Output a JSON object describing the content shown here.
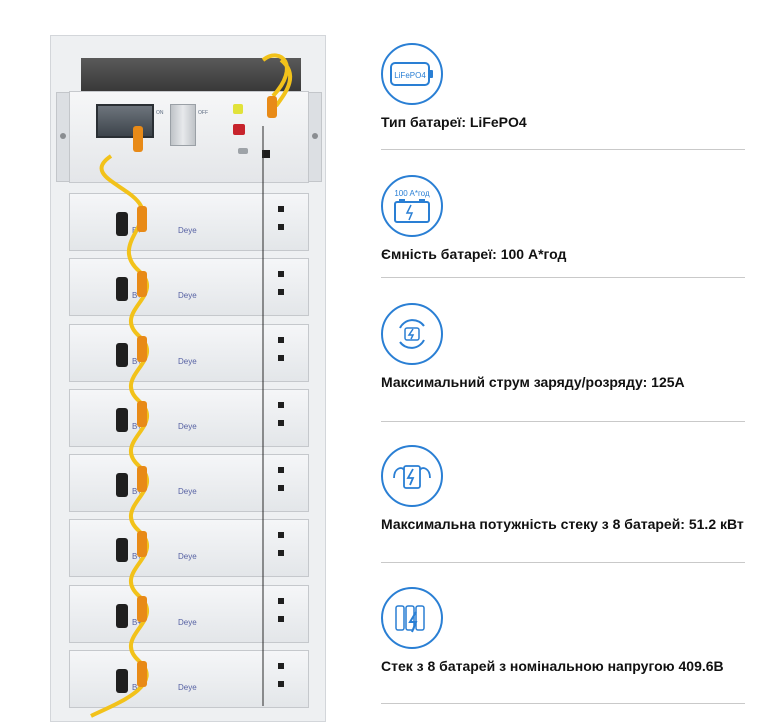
{
  "rack": {
    "controller": {
      "on_label": "ON",
      "off_label": "OFF"
    },
    "modules": [
      {
        "plus_label": "B+",
        "brand": "Deye"
      },
      {
        "plus_label": "B+",
        "brand": "Deye"
      },
      {
        "plus_label": "B+",
        "brand": "Deye"
      },
      {
        "plus_label": "B+",
        "brand": "Deye"
      },
      {
        "plus_label": "B+",
        "brand": "Deye"
      },
      {
        "plus_label": "B+",
        "brand": "Deye"
      },
      {
        "plus_label": "B+",
        "brand": "Deye"
      },
      {
        "plus_label": "B+",
        "brand": "Deye"
      }
    ]
  },
  "specs": [
    {
      "icon": "lifepo4-battery-icon",
      "icon_text": "LiFePO4",
      "text": "Тип батареї: LiFePO4"
    },
    {
      "icon": "battery-capacity-icon",
      "icon_text": "100 A*год",
      "text": "Ємність батареї: 100 A*год"
    },
    {
      "icon": "charge-discharge-icon",
      "icon_text": "",
      "text": "Максимальний струм заряду/розряду: 125A"
    },
    {
      "icon": "power-stack-icon",
      "icon_text": "",
      "text": "Максимальна потужність стеку з 8 батарей: 51.2 кВт"
    },
    {
      "icon": "battery-stack-icon",
      "icon_text": "",
      "text": "Стек з 8 батарей з номінальною напругою 409.6В"
    }
  ],
  "colors": {
    "accent": "#2a7fd4",
    "cable": "#f2c21a",
    "connector": "#e88a17"
  }
}
